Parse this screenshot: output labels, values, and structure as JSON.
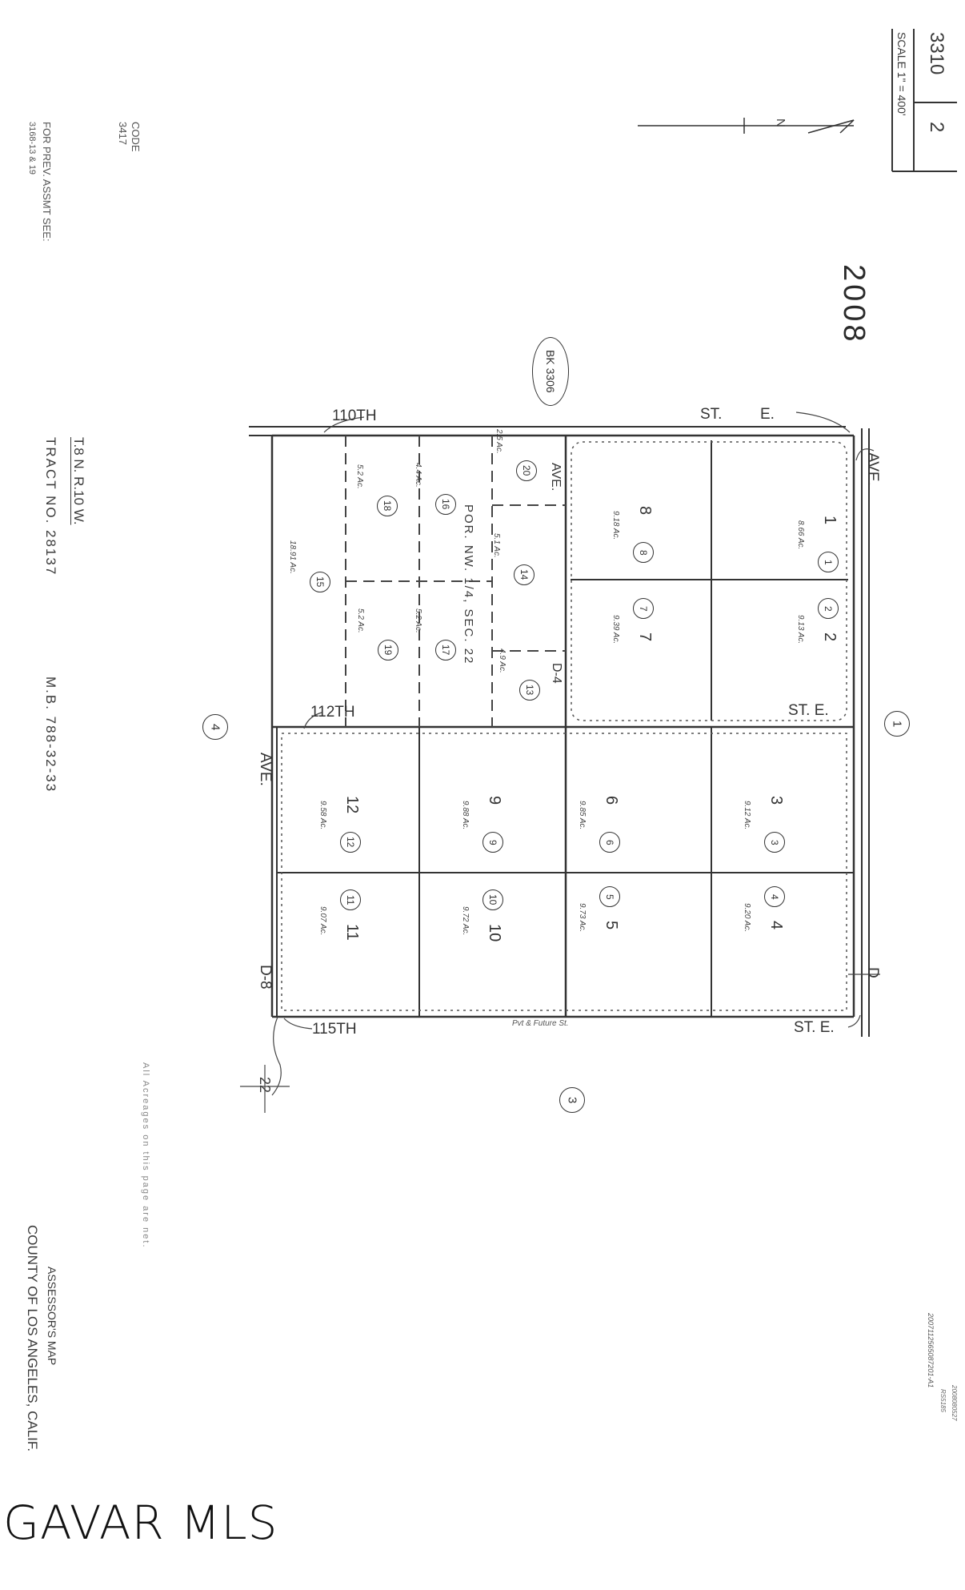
{
  "header": {
    "map_book": "3310",
    "map_page": "2",
    "scale": "SCALE 1\" = 400'",
    "year": "2008",
    "north_label": "N",
    "book_ref": "BK 3306"
  },
  "left_notes": {
    "code_label": "CODE",
    "code_value": "3417",
    "prev_assmt": "FOR PREV. ASSMT SEE:",
    "prev_assmt_ref": "3168-13 & 19",
    "township": "T.8 N. R.10 W.",
    "tract": "TRACT NO. 28137",
    "map_book_ref": "M.B. 788-32-33",
    "acreage_note": "All Acreages on this page are net.",
    "assessor_title": "ASSESSOR'S MAP",
    "county": "COUNTY OF LOS ANGELES, CALIF."
  },
  "streets": {
    "top_name": "110TH",
    "top_st": "ST.",
    "top_e": "E.",
    "mid_name": "112TH",
    "mid_st": "ST. E.",
    "bottom_name": "115TH",
    "bottom_st": "ST. E.",
    "ave_right": "AVE.",
    "ave_left": "AVE.",
    "ave_mid": "AVE.",
    "d_right": "D",
    "d8": "D-8",
    "d4": "D-4",
    "pvt_future": "Pvt & Future St.",
    "section_note": "POR. NW. 1/4, SEC. 22",
    "section_corner": "22"
  },
  "adjacent_pages": [
    "1",
    "4",
    "3"
  ],
  "parcels": [
    {
      "circle": "1",
      "digit": "1",
      "acres": "8.66 Ac."
    },
    {
      "circle": "2",
      "digit": "2",
      "acres": "9.13 Ac."
    },
    {
      "circle": "8",
      "digit": "8",
      "acres": "9.18 Ac."
    },
    {
      "circle": "7",
      "digit": "7",
      "acres": "9.39 Ac."
    },
    {
      "circle": "3",
      "digit": "3",
      "acres": "9.12 Ac."
    },
    {
      "circle": "4",
      "digit": "4",
      "acres": "9.20 Ac."
    },
    {
      "circle": "6",
      "digit": "6",
      "acres": "9.85 Ac."
    },
    {
      "circle": "5",
      "digit": "5",
      "acres": "9.73 Ac."
    },
    {
      "circle": "9",
      "digit": "9",
      "acres": "9.88 Ac."
    },
    {
      "circle": "10",
      "digit": "10",
      "acres": "9.72 Ac."
    },
    {
      "circle": "12",
      "digit": "12",
      "acres": "9.58 Ac."
    },
    {
      "circle": "11",
      "digit": "11",
      "acres": "9.07 Ac."
    },
    {
      "circle": "15",
      "digit": "",
      "acres": "18.91 Ac."
    },
    {
      "circle": "16",
      "digit": "",
      "acres": "4.4 Ac."
    },
    {
      "circle": "18",
      "digit": "",
      "acres": "5.2 Ac."
    },
    {
      "circle": "17",
      "digit": "",
      "acres": "5.2 Ac."
    },
    {
      "circle": "19",
      "digit": "",
      "acres": "5.2 Ac."
    },
    {
      "circle": "20",
      "digit": "",
      "acres": "2.5 Ac."
    },
    {
      "circle": "14",
      "digit": "",
      "acres": "5.1 Ac."
    },
    {
      "circle": "13",
      "digit": "",
      "acres": "4.9 Ac."
    }
  ],
  "footer_stamp": [
    "2007112565087201-A1",
    "RS5185",
    "2008080527"
  ],
  "watermark": "GAVAR MLS"
}
